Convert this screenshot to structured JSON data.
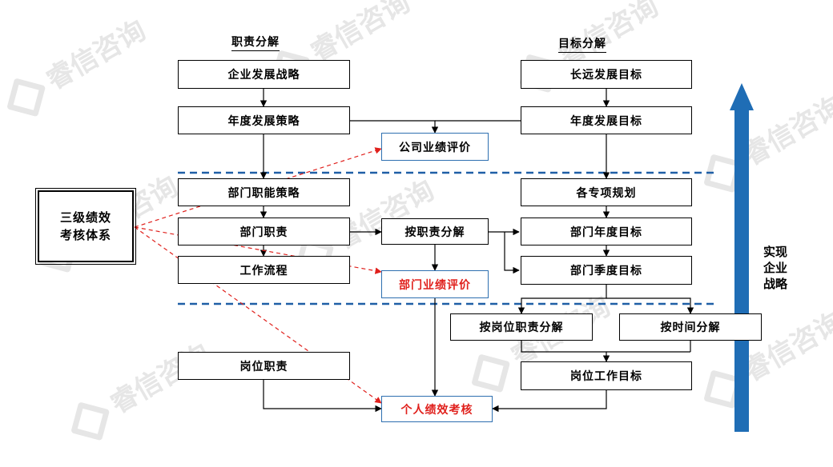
{
  "watermark": "睿信咨询",
  "headers": {
    "left": "职责分解",
    "right": "目标分解"
  },
  "boxes": {
    "corp_strategy": "企业发展战略",
    "annual_strategy": "年度发展策略",
    "company_eval": "公司业绩评价",
    "dept_function": "部门职能策略",
    "dept_duty": "部门职责",
    "workflow": "工作流程",
    "by_duty": "按职责分解",
    "dept_eval": "部门业绩评价",
    "position_duty": "岗位职责",
    "personal_eval": "个人绩效考核",
    "long_goal": "长远发展目标",
    "annual_goal": "年度发展目标",
    "special_plan": "各专项规划",
    "dept_year_goal": "部门年度目标",
    "dept_quarter_goal": "部门季度目标",
    "by_position": "按岗位职责分解",
    "by_time": "按时间分解",
    "position_goal": "岗位工作目标",
    "system_line1": "三级绩效",
    "system_line2": "考核体系"
  },
  "side_label": "实现企业战略",
  "colors": {
    "blue_arrow": "#1f6db5",
    "dash_line": "#1f5fa6",
    "red": "#e0201c",
    "box_blue": "#2e6fb0"
  }
}
